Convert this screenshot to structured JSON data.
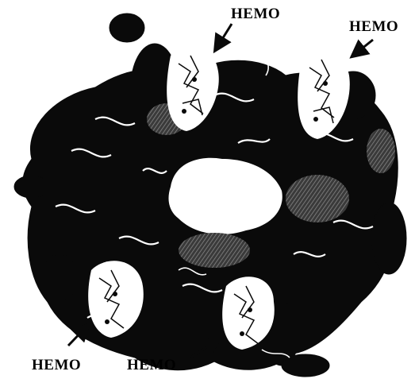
{
  "figure": {
    "labels": [
      {
        "text": "HEMO"
      },
      {
        "text": "HEMO"
      },
      {
        "text": "HEMO"
      },
      {
        "text": "HEMO"
      }
    ]
  },
  "colors": {
    "ink": "#0a0a0a",
    "paper": "#ffffff",
    "helix_highlight": "#6b6b6b"
  },
  "icons": [
    "protein-ribbon-structure",
    "heme-group",
    "arrow"
  ]
}
